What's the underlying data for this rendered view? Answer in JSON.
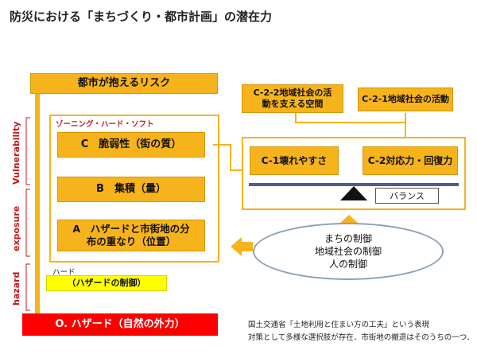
{
  "title": "防災における「まちづくり・都市計画」の潜在力",
  "risk_box": "都市が抱えるリスク",
  "zoning_label": "ゾーニング・ハード・ソフト",
  "c_box": "C　脆弱性（街の質）",
  "b_box": "B　集積（量）",
  "a_box_line1": "A　ハザードと市街地の分",
  "a_box_line2": "布の重なり（位置）",
  "hard_label": "ハード",
  "hazard_control": "（ハザードの制御）",
  "zero_box": "O.  ハザード（自然の外力）",
  "side_labels": {
    "vulnerability": "Vulnerability",
    "exposure": "exposure",
    "hazard": "hazard"
  },
  "c22_line1": "C-2-2地域社会の活",
  "c22_line2": "動を支える空間",
  "c21": "C-2-1地域社会の活動",
  "c1": "C-1壊れやすさ",
  "c2": "C-2対応力・回復力",
  "balance": "バランス",
  "ellipse_line1": "まちの制御",
  "ellipse_line2": "地域社会の制御",
  "ellipse_line3": "人の制御",
  "footer_line1": "国土交通省「土地利用と住まい方の工夫」という表現",
  "footer_line2": "対策として多様な選択肢が存在．市街地の撤退はそのうちの一つ．",
  "colors": {
    "orange": "#f6b31b",
    "red": "#ff0000",
    "yellow": "#ffff00",
    "side_red": "#c0181a"
  }
}
